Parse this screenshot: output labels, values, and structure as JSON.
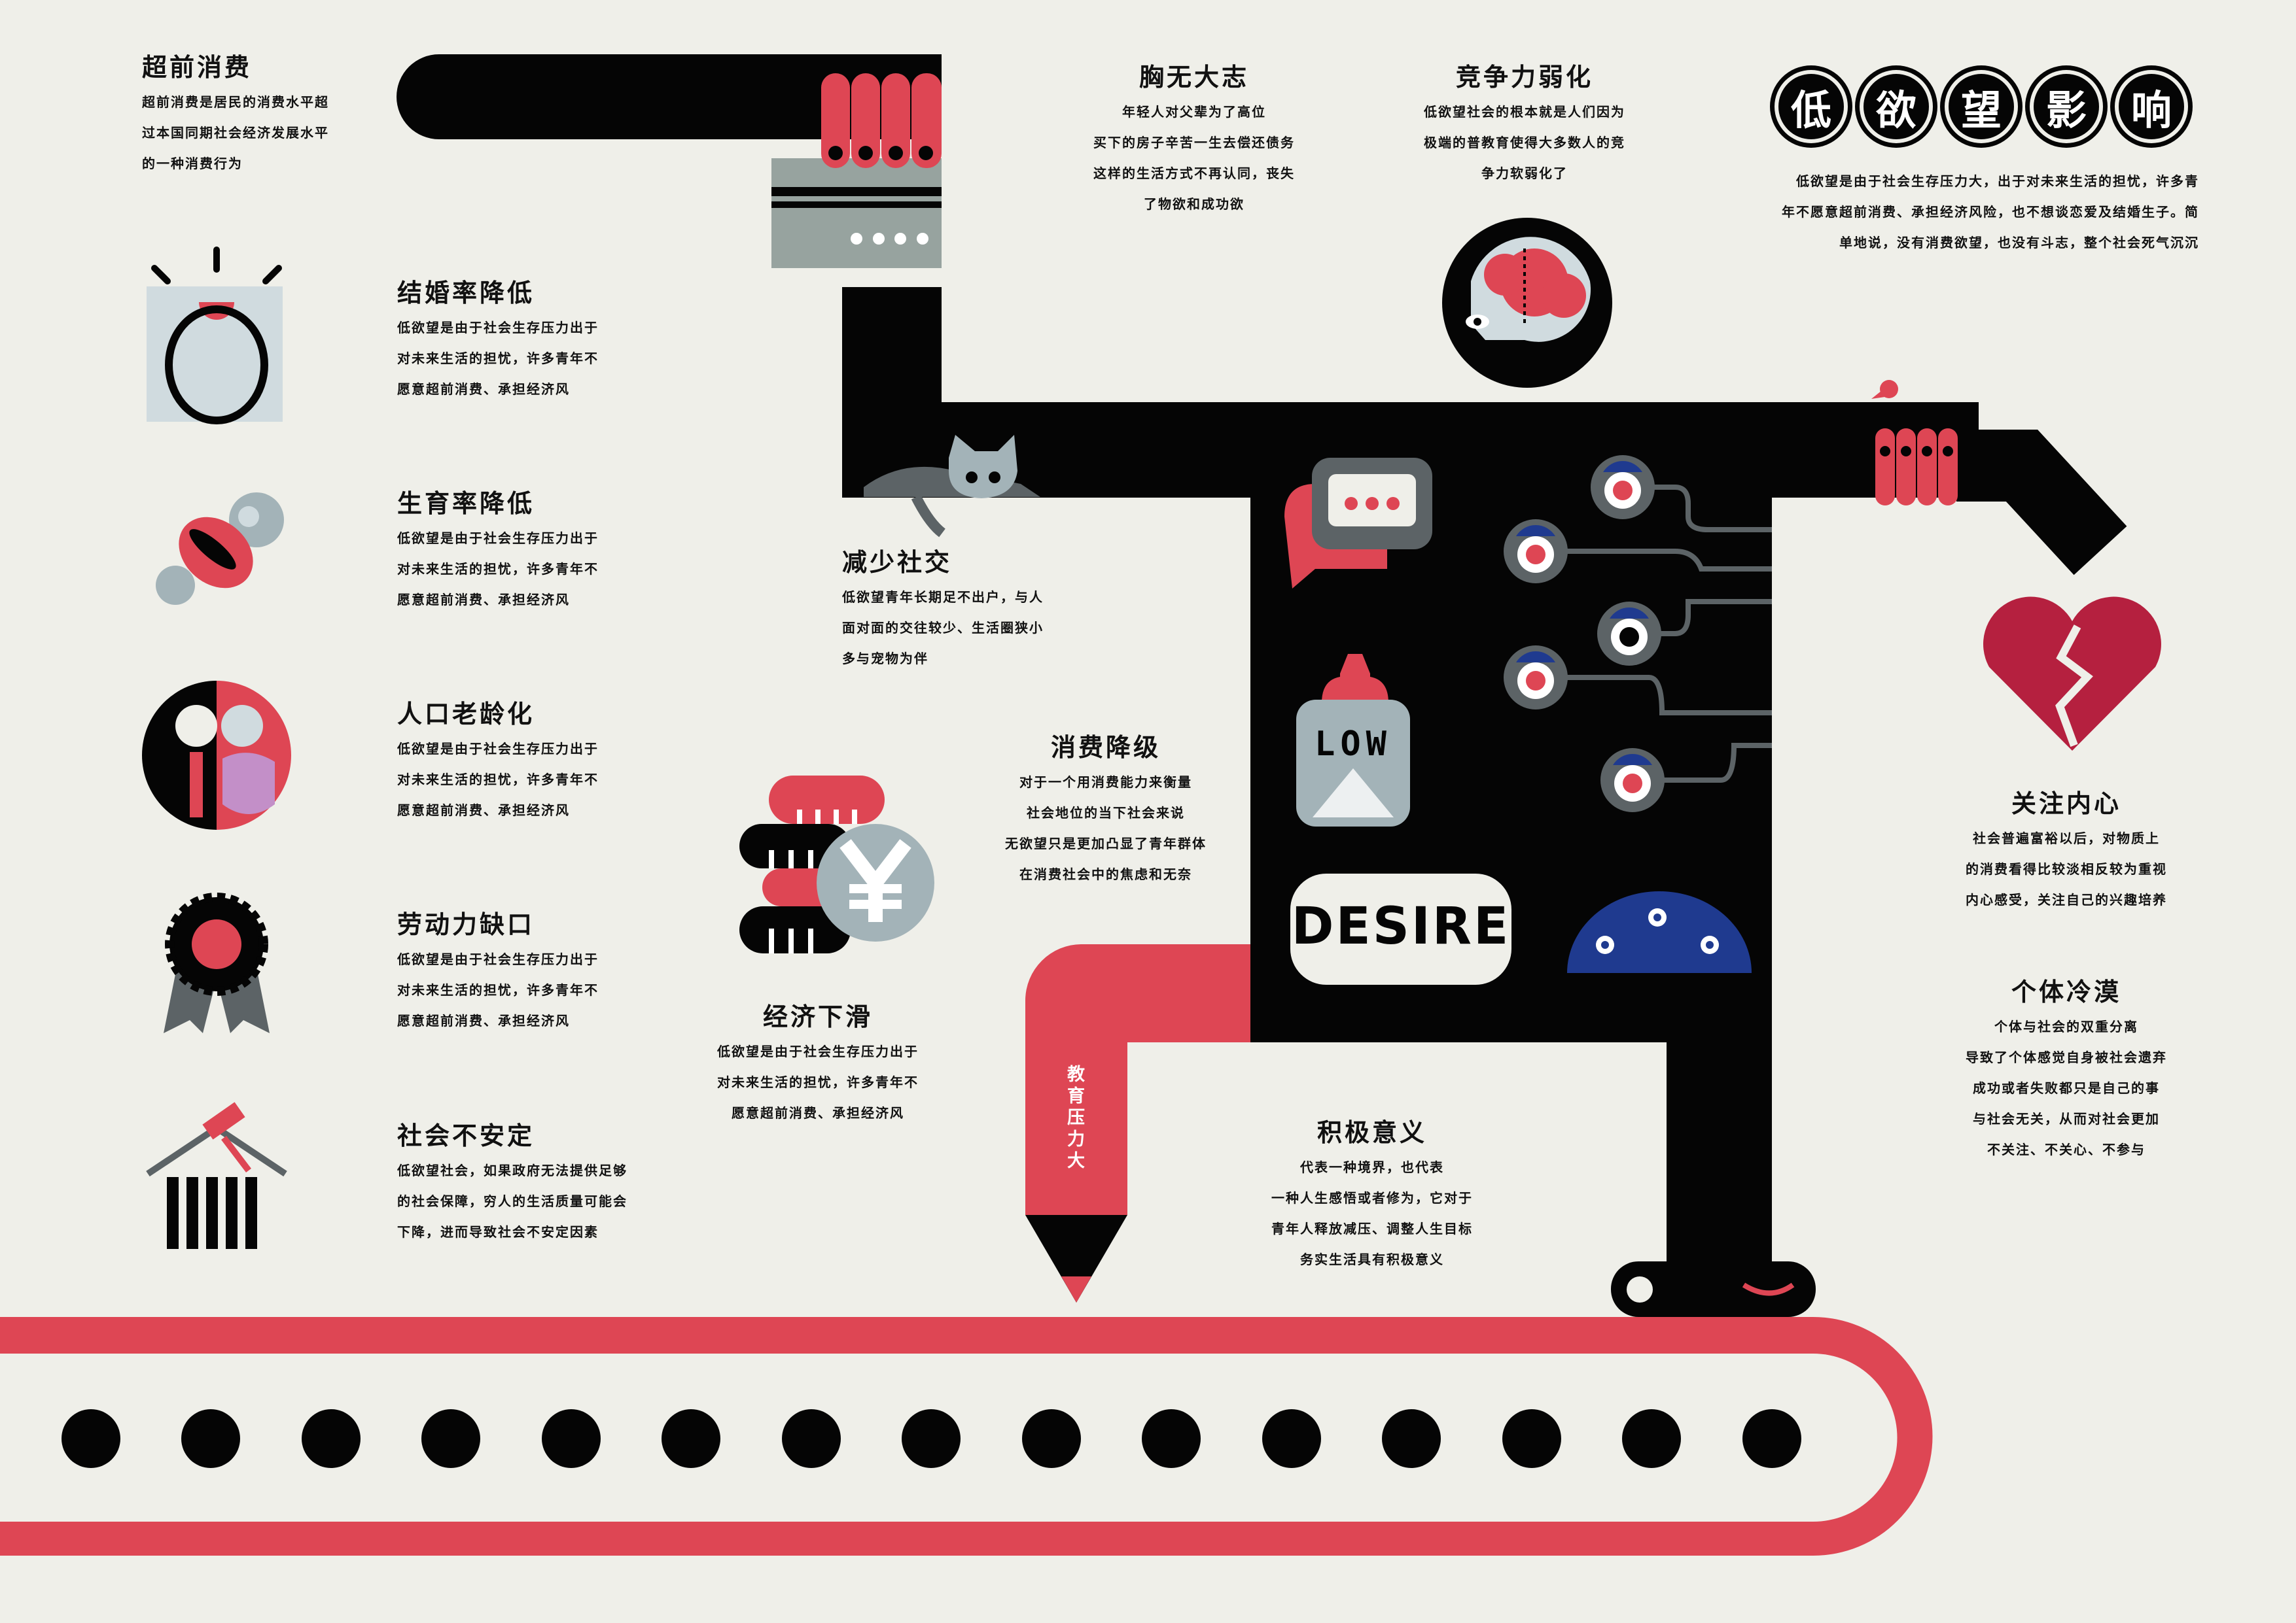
{
  "title": {
    "chars": [
      "低",
      "欲",
      "望",
      "影",
      "响"
    ],
    "lines": [
      "低欲望是由于社会生存压力大，出于对未来生活的担忧，许多青",
      "年不愿意超前消费、承担经济风险，也不想谈恋爱及结婚生子。简",
      "单地说，没有消费欲望，也没有斗志，整个社会死气沉沉"
    ]
  },
  "sections": {
    "overspending": {
      "title": "超前消费",
      "lines": [
        "超前消费是居民的消费水平超",
        "过本国同期社会经济发展水平",
        "的一种消费行为"
      ]
    },
    "marriage": {
      "title": "结婚率降低",
      "lines": [
        "低欲望是由于社会生存压力出于",
        "对未来生活的担忧，许多青年不",
        "愿意超前消费、承担经济风"
      ]
    },
    "fertility": {
      "title": "生育率降低",
      "lines": [
        "低欲望是由于社会生存压力出于",
        "对未来生活的担忧，许多青年不",
        "愿意超前消费、承担经济风"
      ]
    },
    "aging": {
      "title": "人口老龄化",
      "lines": [
        "低欲望是由于社会生存压力出于",
        "对未来生活的担忧，许多青年不",
        "愿意超前消费、承担经济风"
      ]
    },
    "labor": {
      "title": "劳动力缺口",
      "lines": [
        "低欲望是由于社会生存压力出于",
        "对未来生活的担忧，许多青年不",
        "愿意超前消费、承担经济风"
      ]
    },
    "instability": {
      "title": "社会不安定",
      "lines": [
        "低欲望社会，如果政府无法提供足够",
        "的社会保障，穷人的生活质量可能会",
        "下降，进而导致社会不安定因素"
      ]
    },
    "ambition": {
      "title": "胸无大志",
      "lines": [
        "年轻人对父辈为了高位",
        "买下的房子辛苦一生去偿还债务",
        "这样的生活方式不再认同，丧失",
        "了物欲和成功欲"
      ]
    },
    "competition": {
      "title": "竞争力弱化",
      "lines": [
        "低欲望社会的根本就是人们因为",
        "极端的普教育使得大多数人的竞",
        "争力软弱化了"
      ]
    },
    "social": {
      "title": "减少社交",
      "lines": [
        "低欲望青年长期足不出户，与人",
        "面对面的交往较少、生活圈狭小",
        "多与宠物为伴"
      ]
    },
    "downgrade": {
      "title": "消费降级",
      "lines": [
        "对于一个用消费能力来衡量",
        "社会地位的当下社会来说",
        "无欲望只是更加凸显了青年群体",
        "在消费社会中的焦虑和无奈"
      ]
    },
    "economy": {
      "title": "经济下滑",
      "lines": [
        "低欲望是由于社会生存压力出于",
        "对未来生活的担忧，许多青年不",
        "愿意超前消费、承担经济风"
      ]
    },
    "positive": {
      "title": "积极意义",
      "lines": [
        "代表一种境界，也代表",
        "一种人生感悟或者修为，它对于",
        "青年人释放减压、调整人生目标",
        "务实生活具有积极意义"
      ]
    },
    "inner": {
      "title": "关注内心",
      "lines": [
        "社会普遍富裕以后，对物质上",
        "的消费看得比较淡相反较为重视",
        "内心感受，关注自己的兴趣培养"
      ]
    },
    "apathy": {
      "title": "个体冷漠",
      "lines": [
        "个体与社会的双重分离",
        "导致了个体感觉自身被社会遗弃",
        "成功或者失败都只是自己的事",
        "与社会无关，从而对社会更加",
        "不关注、不关心、不参与"
      ]
    }
  },
  "illustration": {
    "education_label": "教育压力大",
    "bottle_label": "LOW",
    "sign_label": "DESIRE"
  },
  "colors": {
    "background": "#efefe9",
    "black": "#050505",
    "red": "#de4654",
    "gray": "#a3b3b8",
    "dark_gray": "#5c6366",
    "navy": "#1f3a8f",
    "heart": "#b5203f"
  }
}
